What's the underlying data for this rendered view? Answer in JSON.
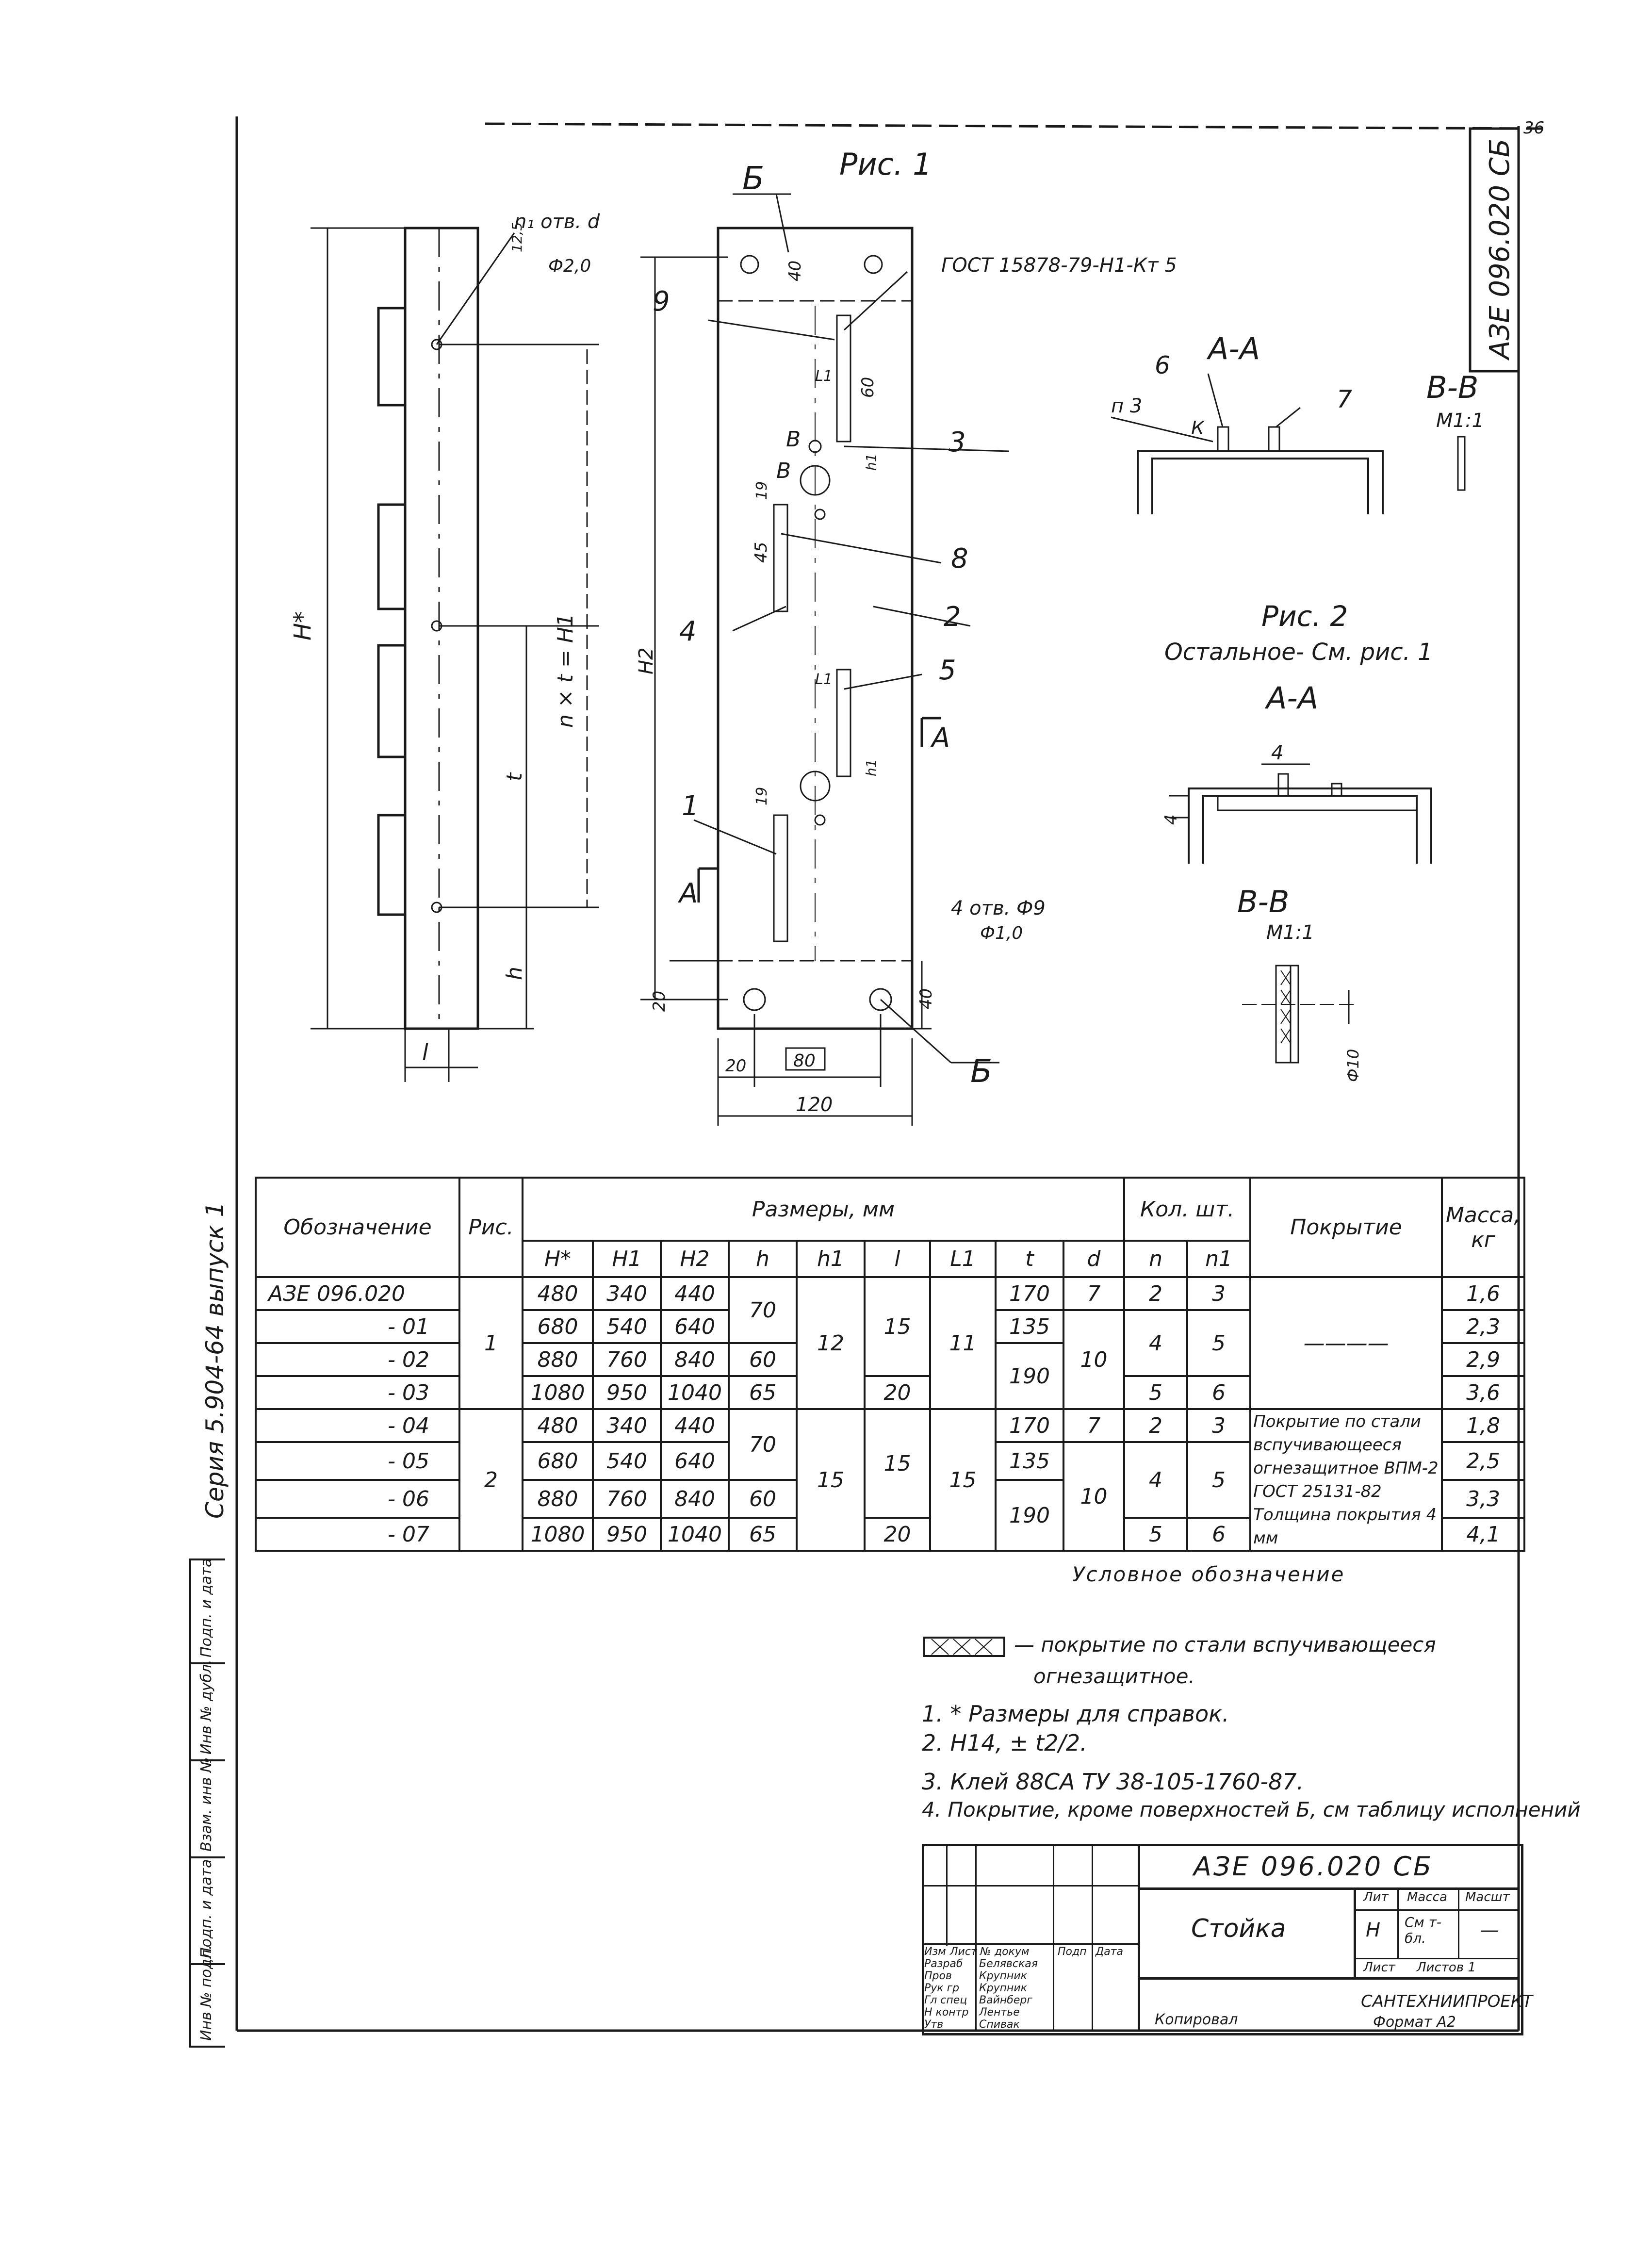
{
  "sheet": {
    "number": "36",
    "doc_code_vertical": "АЗЕ 096.020 СБ",
    "series_vertical": "Серия 5.904-64 выпуск 1",
    "side_stamps": [
      "Инв № подл.",
      "Подп. и дата",
      "Взам. инв №",
      "Инв № дубл.",
      "Подп. и дата"
    ]
  },
  "drawing": {
    "fig1": "Рис. 1",
    "fig2": "Рис. 2",
    "fig2_note": "Остальное- См. рис. 1",
    "section_AA": "А-А",
    "section_BB": "В-В",
    "scale_11": "М1:1",
    "label_B_cyr": "Б",
    "label_A": "А",
    "label_V": "В",
    "gost_weld": "ГОСТ 15878-79-Н1-Кт 5",
    "holes_n1": "n₁ отв. d",
    "holes_n1_tol": "Ф2,0",
    "holes_4": "4 отв. Ф9",
    "holes_4_tol": "Ф1,0",
    "dim_H_star": "Н*",
    "dim_H1": "Н1",
    "dim_H2": "Н2",
    "dim_t": "t",
    "dim_h": "h",
    "dim_l": "l",
    "dim_nxt": "n × t = H1",
    "dim_l1": "L1",
    "dim_h1": "h1",
    "dim_40": "40",
    "dim_20": "20",
    "dim_80": "80",
    "dim_120": "120",
    "dim_60": "60",
    "dim_45": "45",
    "dim_19": "19",
    "dim_12_5": "12,5",
    "dim_4": "4",
    "dim_10": "Ф10",
    "n3": "п 3",
    "K": "К",
    "pos": [
      "1",
      "2",
      "3",
      "4",
      "5",
      "6",
      "7",
      "8",
      "9"
    ]
  },
  "table": {
    "headers": {
      "designation": "Обозначение",
      "fig": "Рис.",
      "sizes": "Размеры, мм",
      "qty": "Кол. шт.",
      "coating": "Покрытие",
      "mass": "Масса, кг"
    },
    "sub_headers": [
      "H*",
      "H1",
      "H2",
      "h",
      "h1",
      "l",
      "L1",
      "t",
      "d",
      "n",
      "n1"
    ],
    "rows": [
      {
        "des": "АЗЕ 096.020",
        "H": "480",
        "H1": "340",
        "H2": "440",
        "t": "170",
        "d": "7",
        "n": "2",
        "n1": "3",
        "mass": "1,6"
      },
      {
        "des": "- 01",
        "H": "680",
        "H1": "540",
        "H2": "640",
        "t": "135",
        "n": "4",
        "n1": "5",
        "mass": "2,3"
      },
      {
        "des": "- 02",
        "H": "880",
        "H1": "760",
        "H2": "840",
        "h": "60",
        "mass": "2,9"
      },
      {
        "des": "- 03",
        "H": "1080",
        "H1": "950",
        "H2": "1040",
        "h": "65",
        "l": "20",
        "n": "5",
        "n1": "6",
        "mass": "3,6"
      },
      {
        "des": "- 04",
        "H": "480",
        "H1": "340",
        "H2": "440",
        "t": "170",
        "d": "7",
        "n": "2",
        "n1": "3",
        "mass": "1,8"
      },
      {
        "des": "- 05",
        "H": "680",
        "H1": "540",
        "H2": "640",
        "t": "135",
        "n": "4",
        "n1": "5",
        "mass": "2,5"
      },
      {
        "des": "- 06",
        "H": "880",
        "H1": "760",
        "H2": "840",
        "h": "60",
        "mass": "3,3"
      },
      {
        "des": "- 07",
        "H": "1080",
        "H1": "950",
        "H2": "1040",
        "h": "65",
        "l": "20",
        "n": "5",
        "n1": "6",
        "mass": "4,1"
      }
    ],
    "merged": {
      "fig1": "1",
      "fig2": "2",
      "h_a": "70",
      "h_b": "70",
      "h1_a": "12",
      "h1_b": "15",
      "l_a": "15",
      "l_b": "15",
      "L1_a": "11",
      "L1_b": "15",
      "t_190_a": "190",
      "t_190_b": "190",
      "d_10_a": "10",
      "d_10_b": "10",
      "coating_dash": "————",
      "coating_text": "Покрытие по стали вспучивающееся огнезащитное ВПМ-2 ГОСТ 25131-82 Толщина покрытия 4 мм"
    }
  },
  "notes": {
    "legend_title": "Условное обозначение",
    "legend_line1": "— покрытие по стали вспучивающееся",
    "legend_line2": "огнезащитное.",
    "n1": "1. * Размеры для справок.",
    "n2": "2. Н14, ± t2/2.",
    "n3": "3. Клей 88СА ТУ 38-105-1760-87.",
    "n4": "4. Покрытие, кроме поверхностей Б, см таблицу исполнений"
  },
  "title_block": {
    "code": "АЗЕ 096.020 СБ",
    "name": "Стойка",
    "lit": "Лит",
    "massa": "Масса",
    "masst": "Масшт",
    "lit_val": "Н",
    "mass_val": "См т-бл.",
    "scale_val": "—",
    "list": "Лист",
    "listov": "Листов 1",
    "org": "САНТЕХНИИПРОЕКТ",
    "copied": "Копировал",
    "format": "Формат А2",
    "cols": [
      "Изм",
      "Лист",
      "№ докум",
      "Подп",
      "Дата"
    ],
    "roles": [
      "Разраб",
      "Пров",
      "Рук гр",
      "Гл спец",
      "Н контр",
      "Утв"
    ],
    "names": [
      "Белявская",
      "Крупник",
      "Крупник",
      "Вайнберг",
      "Лентье",
      "Спивак"
    ]
  }
}
